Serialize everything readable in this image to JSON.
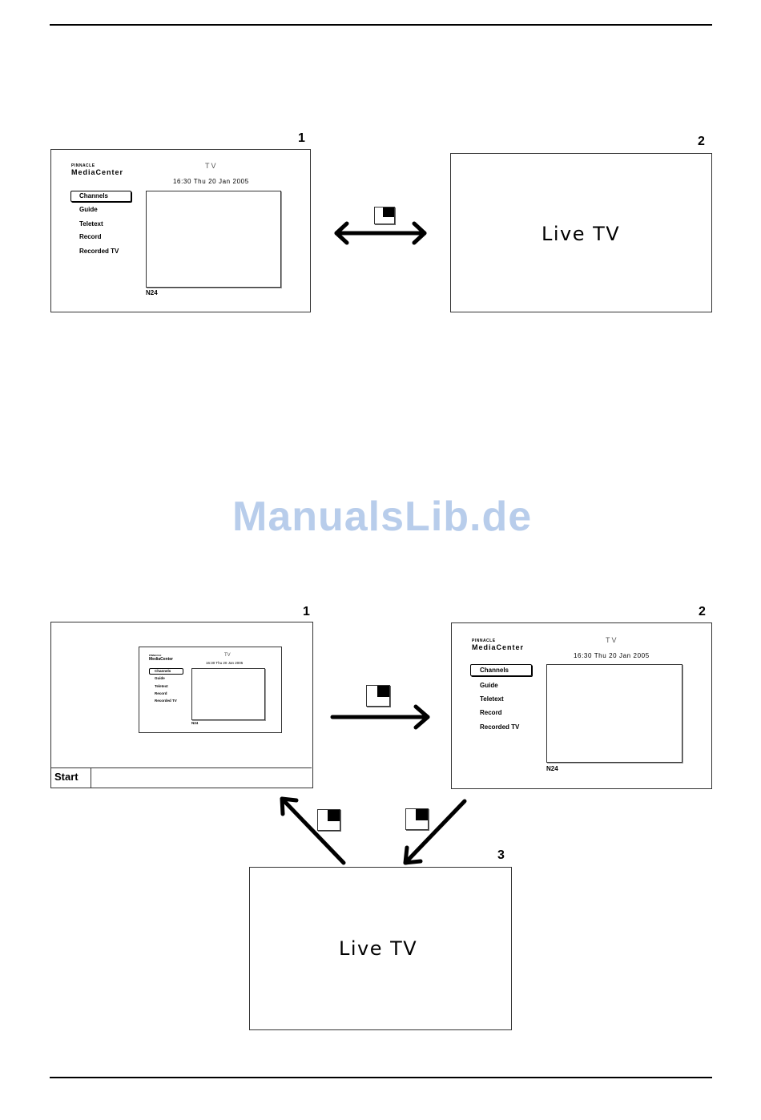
{
  "figure1": {
    "label1": "1",
    "label2": "2",
    "mediacenter": {
      "brand_small": "PINNACLE",
      "brand_big": "MediaCenter",
      "title": "TV",
      "datetime": "16:30 Thu 20 Jan 2005",
      "menu": [
        "Channels",
        "Guide",
        "Teletext",
        "Record",
        "Recorded TV"
      ],
      "selected_item": "Channels",
      "channel": "N24"
    },
    "live_tv": "Live TV"
  },
  "watermark": "ManualsLib.de",
  "figure2": {
    "label1": "1",
    "label2": "2",
    "label3": "3",
    "desktop": {
      "start_label": "Start",
      "mini": {
        "brand_small": "PINNACLE",
        "brand_big": "MediaCenter",
        "title": "TV",
        "datetime": "16:30 Thu 20 Jan 2005",
        "menu": [
          "Channels",
          "Guide",
          "Teletext",
          "Record",
          "Recorded TV"
        ],
        "channel": "N24"
      }
    },
    "mediacenter": {
      "brand_small": "PINNACLE",
      "brand_big": "MediaCenter",
      "title": "TV",
      "datetime": "16:30 Thu 20 Jan 2005",
      "menu": [
        "Channels",
        "Guide",
        "Teletext",
        "Record",
        "Recorded TV"
      ],
      "selected_item": "Channels",
      "channel": "N24"
    },
    "live_tv": "Live TV"
  },
  "icons": {
    "remote_key": "fullscreen-key-icon"
  }
}
